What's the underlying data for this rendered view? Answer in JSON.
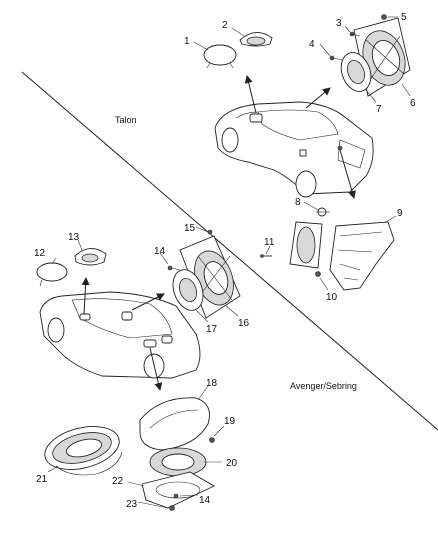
{
  "sections": {
    "upper": "Talon",
    "lower": "Avenger/Sebring"
  },
  "callouts": {
    "c1": "1",
    "c2": "2",
    "c3": "3",
    "c4": "4",
    "c5": "5",
    "c6": "6",
    "c7": "7",
    "c8": "8",
    "c9": "9",
    "c10": "10",
    "c11": "11",
    "c12": "12",
    "c13": "13",
    "c14a": "14",
    "c14b": "14",
    "c15": "15",
    "c16": "16",
    "c17": "17",
    "c18": "18",
    "c19": "19",
    "c20": "20",
    "c21": "21",
    "c22": "22",
    "c23": "23"
  }
}
